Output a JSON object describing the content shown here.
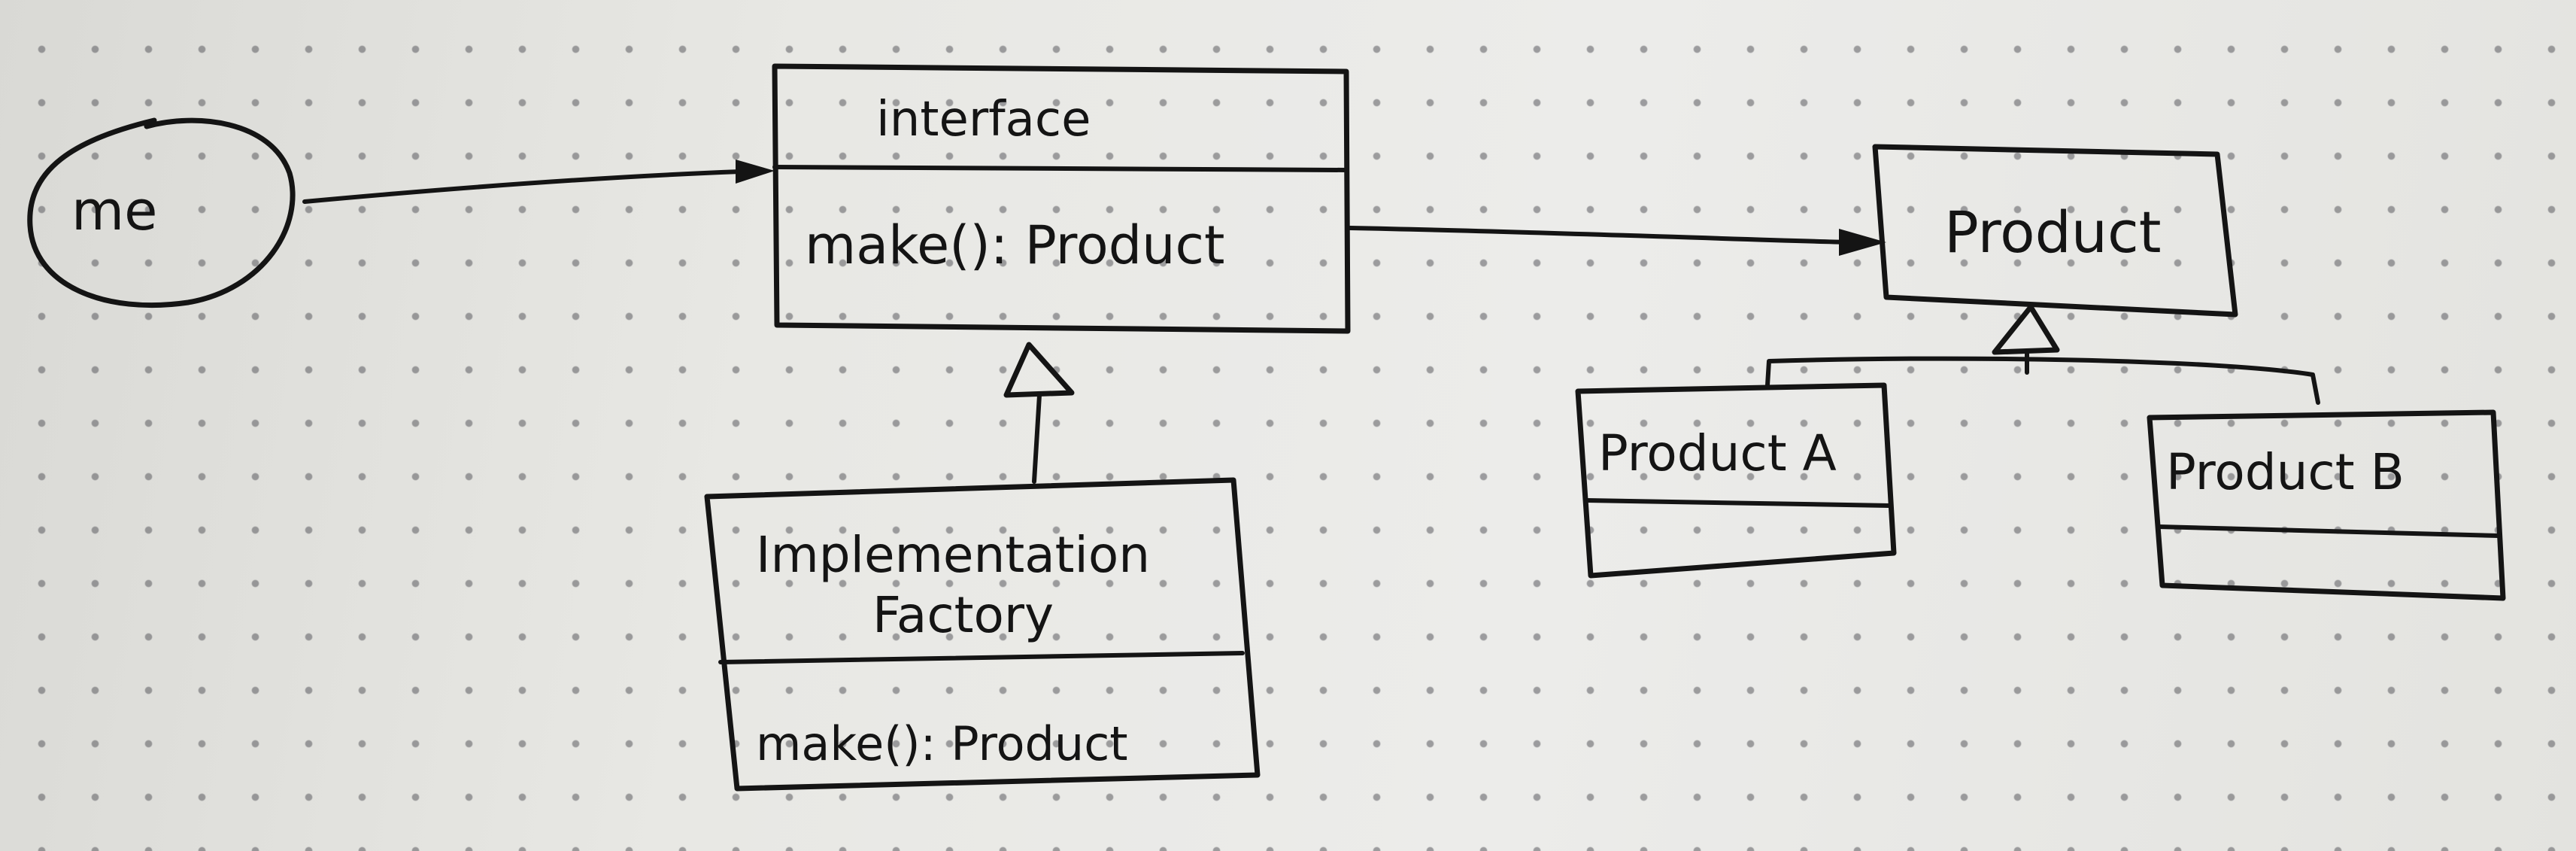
{
  "actor": {
    "label": "me"
  },
  "interface_box": {
    "name": "interface",
    "method": "make(): Product"
  },
  "factory_box": {
    "name_line1": "Implementation",
    "name_line2": "Factory",
    "method": "make(): Product"
  },
  "product_box": {
    "name": "Product"
  },
  "product_a": {
    "name": "Product A"
  },
  "product_b": {
    "name": "Product B"
  },
  "colors": {
    "ink": "#141414",
    "paper": "#e4e4e0",
    "dots": "#5a5a5f"
  }
}
